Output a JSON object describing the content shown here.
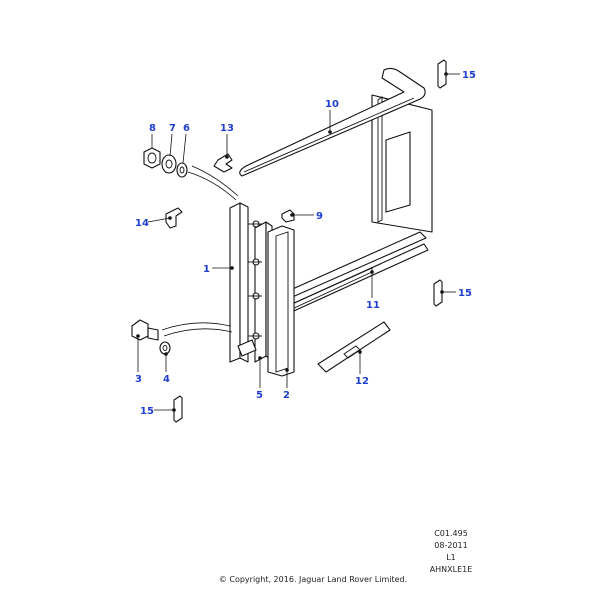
{
  "callouts": {
    "c1": "1",
    "c2": "2",
    "c3": "3",
    "c4": "4",
    "c5": "5",
    "c6": "6",
    "c7": "7",
    "c8": "8",
    "c9": "9",
    "c10": "10",
    "c11": "11",
    "c12": "12",
    "c13": "13",
    "c14": "14",
    "c15a": "15",
    "c15b": "15",
    "c15c": "15"
  },
  "meta": {
    "code": "C01.495",
    "date": "08-2011",
    "level": "L1",
    "ref": "AHNXLE1E"
  },
  "copyright": "© Copyright, 2016. Jaguar Land Rover Limited.",
  "colors": {
    "callout": "#1f3fd1",
    "line": "#111111"
  }
}
